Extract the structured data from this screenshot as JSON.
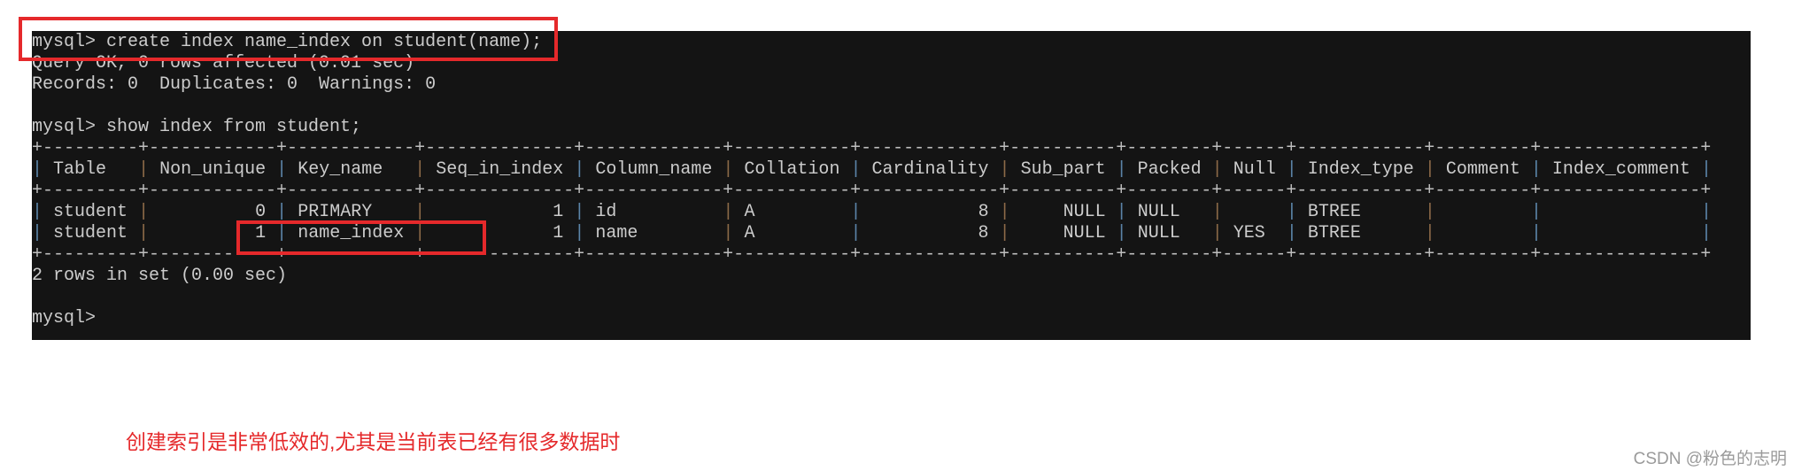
{
  "terminal": {
    "lines_before": [
      "mysql> create index name_index on student(name);",
      "Query OK, 0 rows affected (0.01 sec)",
      "Records: 0  Duplicates: 0  Warnings: 0",
      "",
      "mysql> show index from student;"
    ],
    "table": {
      "headers": [
        "Table",
        "Non_unique",
        "Key_name",
        "Seq_in_index",
        "Column_name",
        "Collation",
        "Cardinality",
        "Sub_part",
        "Packed",
        "Null",
        "Index_type",
        "Comment",
        "Index_comment"
      ],
      "right_aligned": [
        "Non_unique",
        "Seq_in_index",
        "Cardinality",
        "Sub_part"
      ],
      "rows": [
        [
          "student",
          "0",
          "PRIMARY",
          "1",
          "id",
          "A",
          "8",
          "NULL",
          "NULL",
          "",
          "BTREE",
          "",
          ""
        ],
        [
          "student",
          "1",
          "name_index",
          "1",
          "name",
          "A",
          "8",
          "NULL",
          "NULL",
          "YES",
          "BTREE",
          "",
          ""
        ]
      ]
    },
    "lines_after": [
      "2 rows in set (0.00 sec)",
      "",
      "mysql> "
    ]
  },
  "annotation": {
    "note": "创建索引是非常低效的,尤其是当前表已经有很多数据时",
    "color": "#e5292b"
  },
  "watermark": "CSDN @粉色的志明"
}
